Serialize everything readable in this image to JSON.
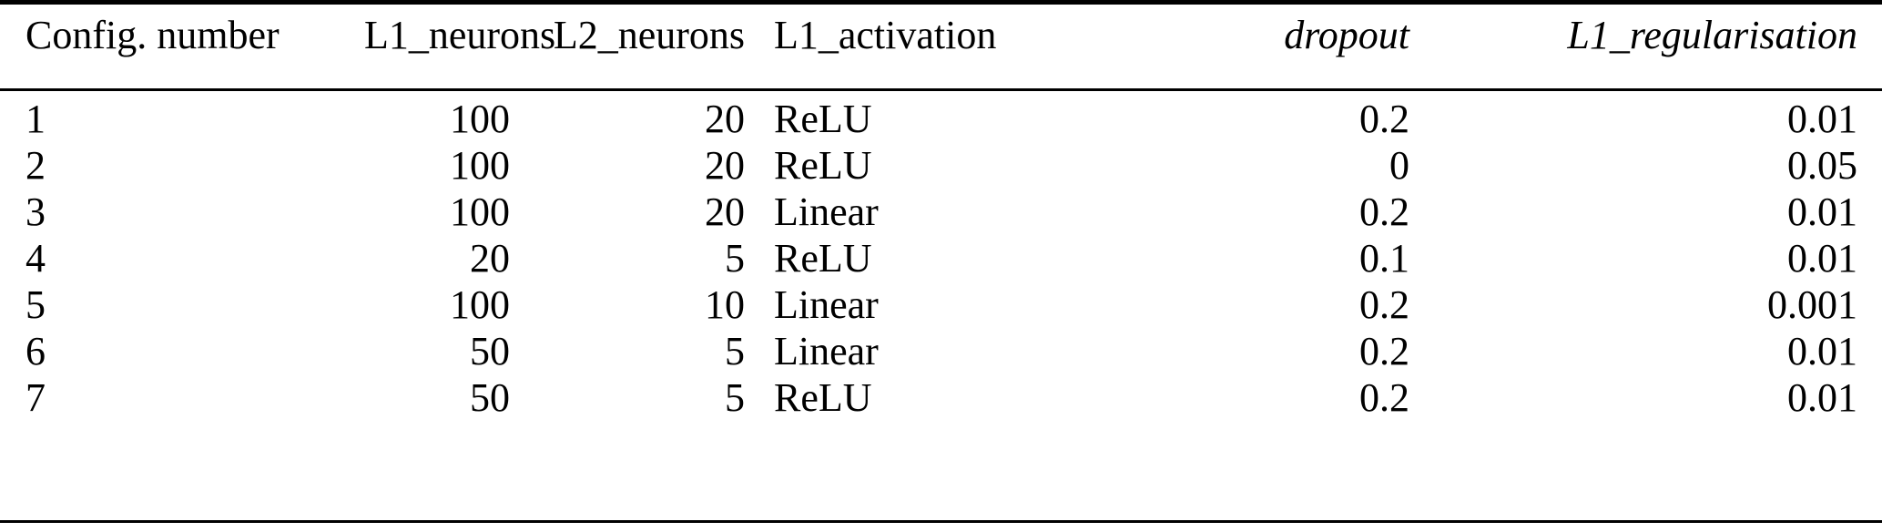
{
  "table": {
    "columns": [
      {
        "key": "config",
        "label": "Config. number",
        "italic": false,
        "align": "left"
      },
      {
        "key": "l1n",
        "label": "L1_neurons",
        "italic": false,
        "align": "right"
      },
      {
        "key": "l2n",
        "label": "L2_neurons",
        "italic": false,
        "align": "right"
      },
      {
        "key": "act",
        "label": "L1_activation",
        "italic": false,
        "align": "left"
      },
      {
        "key": "dropout",
        "label": "dropout",
        "italic": true,
        "align": "right"
      },
      {
        "key": "reg",
        "label": "L1_regularisation",
        "italic": true,
        "align": "right"
      }
    ],
    "rows": [
      {
        "config": "1",
        "l1n": "100",
        "l2n": "20",
        "act": "ReLU",
        "dropout": "0.2",
        "reg": "0.01"
      },
      {
        "config": "2",
        "l1n": "100",
        "l2n": "20",
        "act": "ReLU",
        "dropout": "0",
        "reg": "0.05"
      },
      {
        "config": "3",
        "l1n": "100",
        "l2n": "20",
        "act": "Linear",
        "dropout": "0.2",
        "reg": "0.01"
      },
      {
        "config": "4",
        "l1n": "20",
        "l2n": "5",
        "act": "ReLU",
        "dropout": "0.1",
        "reg": "0.01"
      },
      {
        "config": "5",
        "l1n": "100",
        "l2n": "10",
        "act": "Linear",
        "dropout": "0.2",
        "reg": "0.001"
      },
      {
        "config": "6",
        "l1n": "50",
        "l2n": "5",
        "act": "Linear",
        "dropout": "0.2",
        "reg": "0.01"
      },
      {
        "config": "7",
        "l1n": "50",
        "l2n": "5",
        "act": "ReLU",
        "dropout": "0.2",
        "reg": "0.01"
      }
    ]
  },
  "style": {
    "text_color": "#000000",
    "background_color": "#ffffff",
    "rule_color": "#000000"
  }
}
